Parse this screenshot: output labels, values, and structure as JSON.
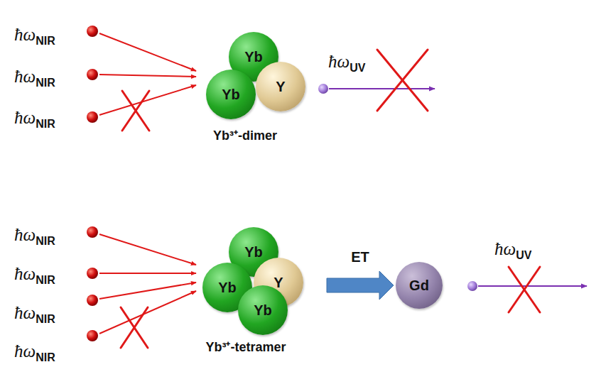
{
  "diagram": {
    "nodes": [
      {
        "text": [
          "Yb³⁺-dimer"
        ]
      },
      {
        "text": [
          "Yb"
        ],
        "in": 0
      },
      {
        "text": [
          "Yb"
        ],
        "in": 0
      },
      {
        "text": [
          "Y"
        ],
        "in": 0
      },
      {
        "text": [
          "Yb³⁺-tetramer"
        ]
      },
      {
        "text": [
          "Yb"
        ],
        "in": 4
      },
      {
        "text": [
          "Yb"
        ],
        "in": 4
      },
      {
        "text": [
          "Y"
        ],
        "in": 4
      },
      {
        "text": [
          "Yb"
        ],
        "in": 4
      },
      {
        "text": [
          "Gd"
        ]
      }
    ],
    "edges": [
      {
        "from": 4,
        "to": 9,
        "arrow": "to",
        "label": "ET"
      }
    ],
    "labels": [
      "ħωNIR",
      "ħωNIR",
      "ħωNIR",
      "ħωUV",
      "ħωNIR",
      "ħωNIR",
      "ħωNIR",
      "ħωNIR",
      "ħωUV"
    ]
  }
}
